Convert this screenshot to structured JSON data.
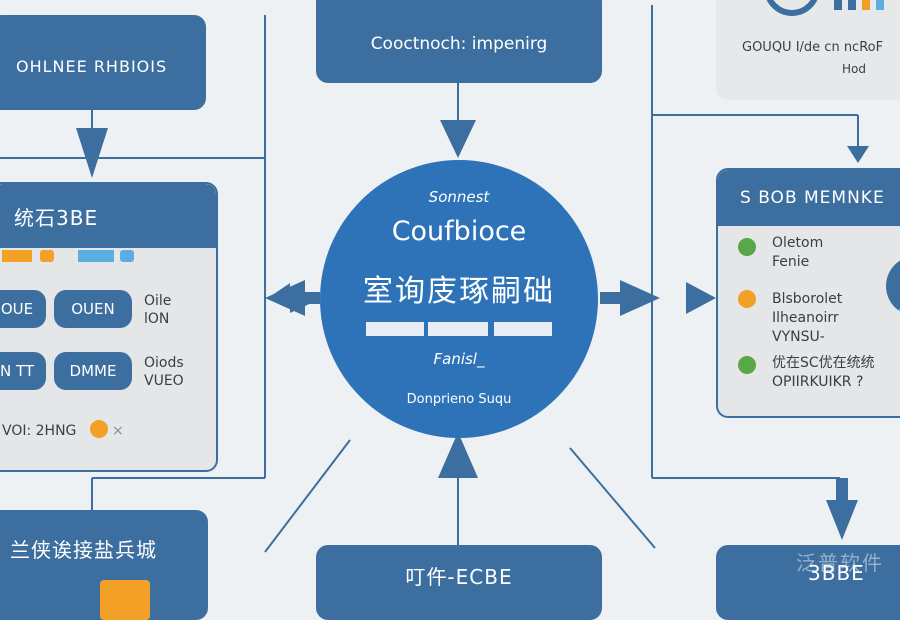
{
  "center": {
    "subtitle": "Sonnest",
    "title": "Coufbioce",
    "chinese": "室询庋琢嗣础",
    "label": "Fanisl_",
    "footer": "Donprieno Suqu"
  },
  "top_center": {
    "label": "Cooctnoch: impenirg"
  },
  "top_left": {
    "label": "OHLNEE RHBIOIS"
  },
  "top_right": {
    "line1": "GOUQU I/de cn ncRoF",
    "line2": "Hod"
  },
  "left_card": {
    "title": "统石3BE",
    "buttons": [
      "OUE",
      "OUEN",
      "N TT",
      "DMME"
    ],
    "notes": [
      [
        "Oile",
        "lON"
      ],
      [
        "Oiods",
        "VUEO"
      ]
    ],
    "bottom": "VOI: 2HNG"
  },
  "right_card": {
    "title": "S BOB  MEMNKE",
    "items": [
      [
        "Oletom",
        "Fenie"
      ],
      [
        "Blsborolet",
        "Ilheanoirr",
        "VYNSU-"
      ],
      [
        "优在SC优在统统",
        "OPIIRKUIKR ?"
      ]
    ]
  },
  "bottom_left": {
    "label": "兰侠诶接盐兵城"
  },
  "bottom_center": {
    "label": "叮仵-ECBE"
  },
  "bottom_right": {
    "label": "3BBE"
  },
  "watermark": "泛普软件",
  "colors": {
    "primary": "#3c6f9f",
    "center": "#2e73b8",
    "orange": "#f2a126",
    "light_blue": "#5aaee0",
    "green": "#58a84a"
  }
}
